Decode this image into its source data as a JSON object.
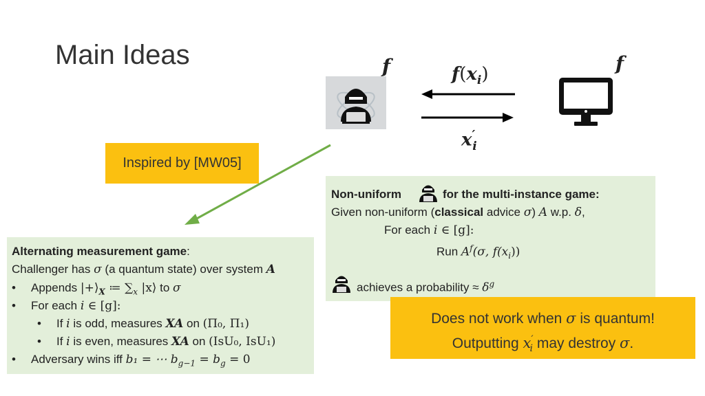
{
  "slide": {
    "title": "Main Ideas"
  },
  "protocol": {
    "f_left": "f",
    "f_right": "f",
    "arrow_top_label_f": "f",
    "arrow_top_label_x": "x",
    "arrow_top_label_sub": "i",
    "arrow_bottom_label_x": "x",
    "arrow_bottom_label_prime": "′",
    "arrow_bottom_label_sub": "i"
  },
  "inspired": {
    "text": "Inspired by [MW05]"
  },
  "game": {
    "heading": "Alternating measurement game",
    "heading_colon": ":",
    "line1_pre": "Challenger has ",
    "line1_sigma": "σ",
    "line1_mid": " (a quantum state) over system ",
    "line1_A": "A",
    "bullet_char": "•",
    "b1_pre": "Appends ",
    "b1_math": "|+⟩",
    "b1_sub": "X",
    "b1_mid": " ≔ ∑",
    "b1_sumsub": "x",
    "b1_ket": " |x⟩",
    "b1_post": " to ",
    "b1_sigma": "σ",
    "b2_pre": "For each ",
    "b2_i": "i",
    "b2_post": " ∈ [g]:",
    "b2a_pre": "If ",
    "b2a_i": "i",
    "b2a_mid": " is odd,  measures ",
    "b2a_XA": "XA",
    "b2a_on": " on ",
    "b2a_proj": "(Π₀, Π₁)",
    "b2b_pre": "If ",
    "b2b_i": "i",
    "b2b_mid": " is even, measures ",
    "b2b_XA": "XA",
    "b2b_on": " on ",
    "b2b_proj": "(IsU₀, IsU₁)",
    "b3_pre": "Adversary wins iff ",
    "b3_math": "b₁ = ⋯ b",
    "b3_sub": "g−1",
    "b3_post": " = b",
    "b3_sub2": "g",
    "b3_end": " = 0"
  },
  "nonuniform": {
    "heading_pre": "Non-uniform",
    "heading_post": "for the multi-instance game:",
    "line1_pre": "Given non-uniform (",
    "line1_bold": "classical",
    "line1_mid": " advice ",
    "line1_sigma": "σ",
    "line1_post": ") ",
    "line1_A": "A",
    "line1_wp": " w.p. ",
    "line1_delta": "δ",
    "line1_comma": ",",
    "line2_pre": "For each ",
    "line2_i": "i",
    "line2_post": " ∈ [g]:",
    "line3_pre": "Run ",
    "line3_A": "A",
    "line3_sup": "f",
    "line3_args": "(σ, f(x",
    "line3_sub": "i",
    "line3_close": "))",
    "line4_text": "achieves a probability ≈ ",
    "line4_delta": "δ",
    "line4_sup": "g"
  },
  "warning": {
    "line1_pre": "Does not work when ",
    "line1_sigma": "σ",
    "line1_post": " is quantum!",
    "line2_pre": "Outputting ",
    "line2_x": "x",
    "line2_sup": "′",
    "line2_sub": "i",
    "line2_post": " may destroy ",
    "line2_sigma": "σ",
    "line2_end": "."
  },
  "colors": {
    "green_box": "#e3efda",
    "yellow_box": "#fbc010",
    "arrow_green": "#70ad47"
  }
}
